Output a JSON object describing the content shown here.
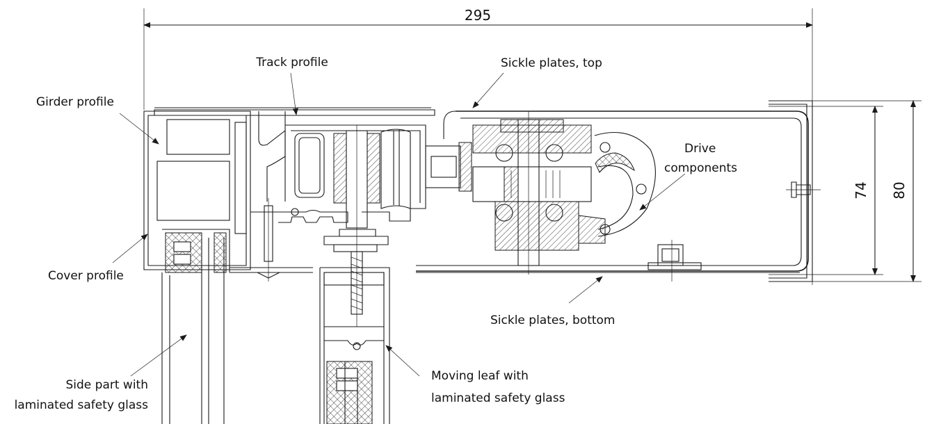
{
  "dimensions": {
    "width_total": "295",
    "height_inner": "74",
    "height_outer": "80"
  },
  "labels": {
    "track_profile": "Track profile",
    "sickle_plates_top": "Sickle plates, top",
    "girder_profile": "Girder profile",
    "drive_components_line1": "Drive",
    "drive_components_line2": "components",
    "cover_profile": "Cover profile",
    "sickle_plates_bottom": "Sickle plates, bottom",
    "side_part_line1": "Side part with",
    "side_part_line2": "laminated safety glass",
    "moving_leaf_line1": "Moving leaf with",
    "moving_leaf_line2": "laminated safety glass"
  }
}
